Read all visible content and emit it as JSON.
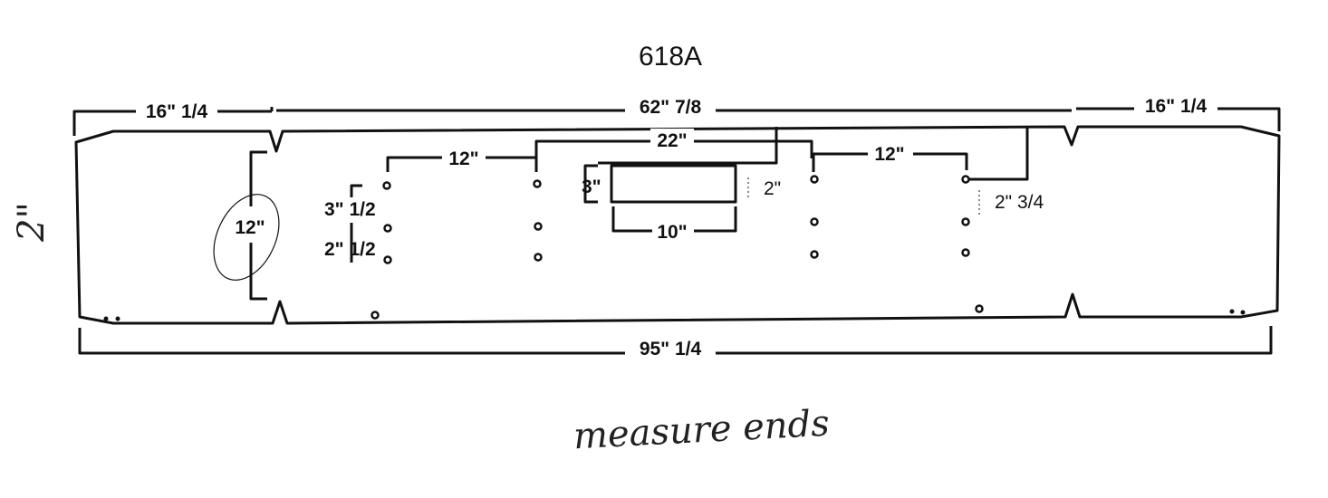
{
  "title": "618A",
  "dimensions": {
    "left_end": "16\" 1/4",
    "center": "62\" 7/8",
    "right_end": "16\" 1/4",
    "overall": "95\" 1/4",
    "height_left": "12\"",
    "hole_spacing_left": "12\"",
    "center_span": "22\"",
    "hole_spacing_right": "12\"",
    "slot_height": "3\"",
    "slot_width": "10\"",
    "slot_offset": "2\"",
    "right_hole_offset": "2\" 3/4",
    "hole_gap_upper": "3\" 1/2",
    "hole_gap_lower": "2\" 1/2"
  },
  "handwritten": {
    "side_note": "2\"",
    "bottom_note": "measure ends"
  }
}
